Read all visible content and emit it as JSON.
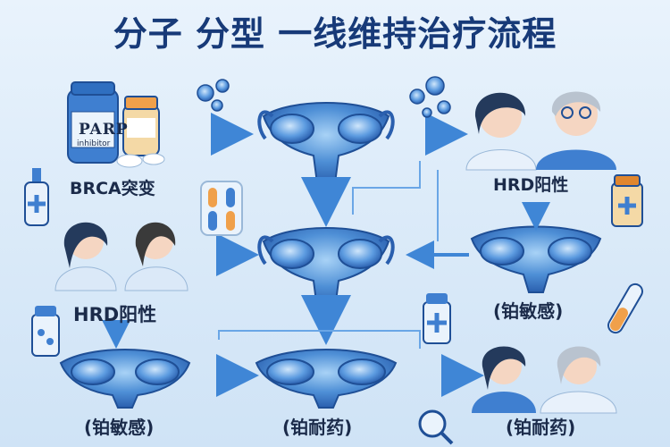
{
  "title": "分子 分型 一线维持治疗流程",
  "labels": {
    "brca": "BRCA突变",
    "hrd_left": "HRD阳性",
    "hrd_right": "HRD阳性",
    "sens_right": "(铂敏感)",
    "sens_left": "(铂敏感)",
    "res_mid": "(铂耐药)",
    "res_right": "(铂耐药)"
  },
  "bottle": {
    "name": "PARP",
    "sub": "inhibitor"
  },
  "colors": {
    "title": "#173a78",
    "arrow": "#4a90d9",
    "organ_dark": "#2f6fc0",
    "organ_light": "#8cc0ef",
    "skin": "#f5d6c2",
    "hair_dark": "#243a5c",
    "hair_grey": "#b9c3cf",
    "coat": "#e8f1fb",
    "bottle_cap": "#f0a04a",
    "bottle_blue": "#3f7fd0"
  },
  "icons": [
    "pill-bottle-icon",
    "dropper-bottle-icon",
    "capsule-strip-icon",
    "molecule-icon",
    "test-tube-icon",
    "magnifier-icon",
    "doctor-icon",
    "patient-icon",
    "uterus-icon",
    "arrow-icon"
  ]
}
